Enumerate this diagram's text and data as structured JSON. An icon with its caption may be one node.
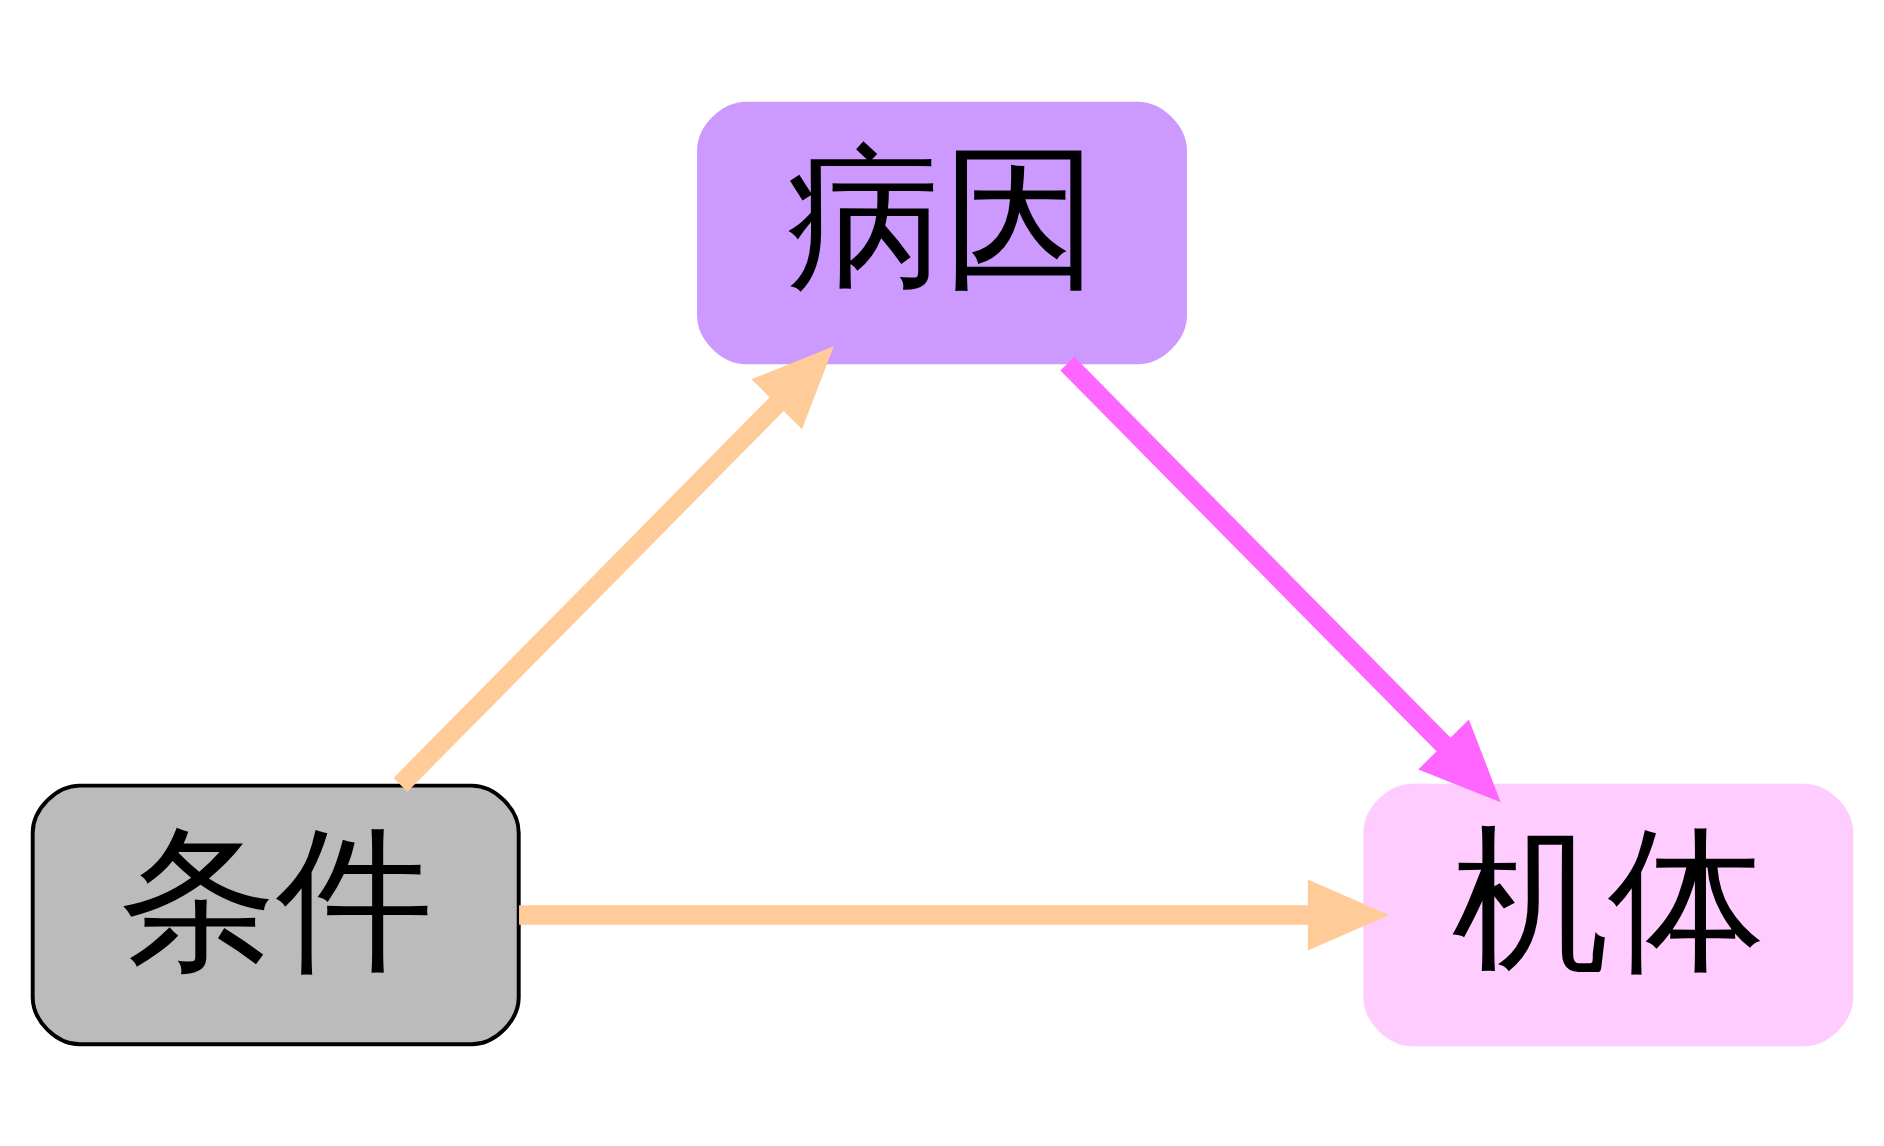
{
  "diagram": {
    "nodes": [
      {
        "text": [
          "病因"
        ]
      },
      {
        "text": [
          "机体"
        ]
      },
      {
        "text": [
          "条件"
        ]
      }
    ],
    "edges": [
      {
        "from": 0,
        "to": 1,
        "arrow": "to",
        "color": "#ff66ff"
      },
      {
        "from": 2,
        "to": 0,
        "arrow": "to"
      },
      {
        "from": 2,
        "to": 1,
        "arrow": "to"
      }
    ]
  }
}
